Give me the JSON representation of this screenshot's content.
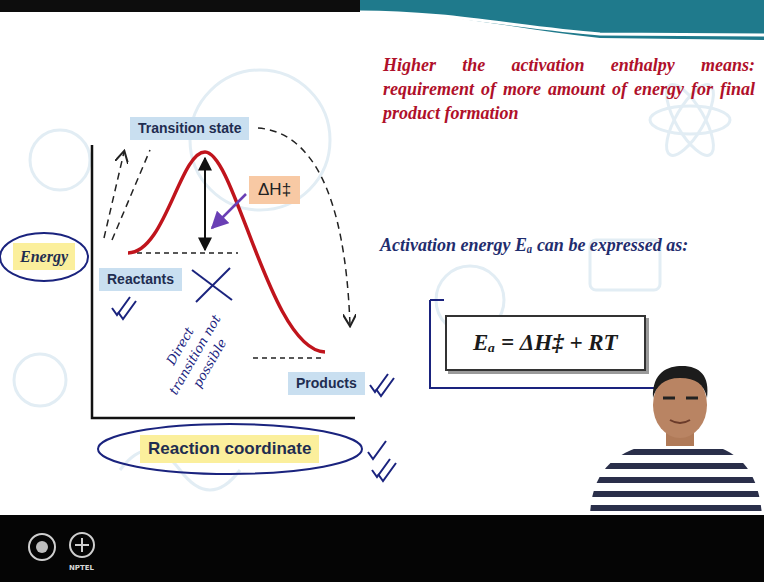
{
  "diagram": {
    "nodes": [
      {
        "text": [
          "Transition state"
        ]
      },
      {
        "text": [
          "ΔH‡"
        ]
      },
      {
        "text": [
          "Energy"
        ]
      },
      {
        "text": [
          "Reactants"
        ]
      },
      {
        "text": [
          "Products"
        ]
      },
      {
        "text": [
          "Reaction coordinate"
        ]
      },
      {
        "text": [
          "Eₐ = ΔH‡ + RT"
        ]
      }
    ],
    "labels": [
      "Higher the activation enthalpy means: requirement of more amount of energy for final product formation",
      "Activation energy Eₐ can be expressed as:",
      "Direct transition not possible",
      "NPTEL"
    ]
  }
}
